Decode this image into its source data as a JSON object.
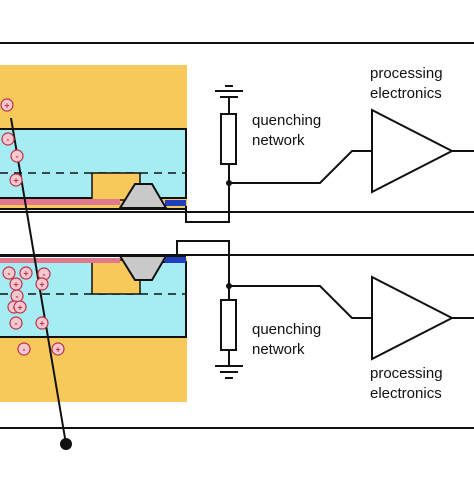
{
  "labels": {
    "quenching_top": [
      "quenching",
      "network"
    ],
    "quenching_bottom": [
      "quenching",
      "network"
    ],
    "processing_top": [
      "processing",
      "electronics"
    ],
    "processing_bottom": [
      "processing",
      "electronics"
    ]
  },
  "charges": {
    "top": [
      "+",
      "-",
      "-",
      "+"
    ],
    "bottom": [
      "-",
      "+",
      "-",
      "+",
      "+",
      "-",
      "-",
      "+",
      "-",
      "+",
      "-",
      "+"
    ]
  },
  "colors": {
    "package": "#f7c95a",
    "silicon": "#a6ecf3",
    "pink_layer": "#e2788e",
    "blue_contact": "#1f3fbf",
    "gray_bump": "#c9c9c9",
    "charge_fill": "#f5c9cf",
    "charge_stroke": "#c0314a",
    "wire": "#111111"
  }
}
